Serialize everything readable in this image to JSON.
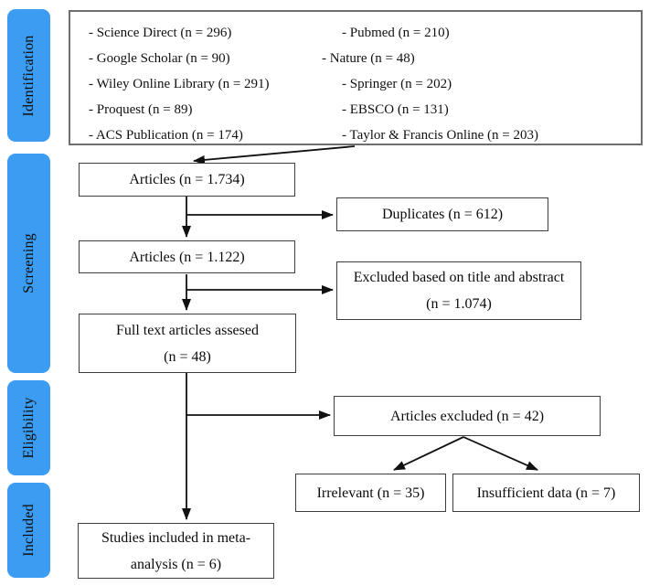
{
  "colors": {
    "stage_fill": "#3b9cf2",
    "box_border": "#3d3d3d",
    "arrow": "#111111"
  },
  "sidebar": {
    "stages": [
      {
        "label": "Identification"
      },
      {
        "label": "Screening"
      },
      {
        "label": "Eligibility"
      },
      {
        "label": "Included"
      }
    ]
  },
  "sources": {
    "left": [
      "- Science Direct (n = 296)",
      "- Google Scholar (n = 90)",
      "- Wiley Online Library (n = 291)",
      "- Proquest (n = 89)",
      "- ACS Publication (n = 174)"
    ],
    "right": [
      "- Pubmed (n = 210)",
      "- Nature (n = 48)",
      "- Springer (n = 202)",
      "- EBSCO (n = 131)",
      "- Taylor & Francis Online (n = 203)"
    ]
  },
  "flow": {
    "articles_initial": "Articles (n = 1.734)",
    "duplicates": "Duplicates (n = 612)",
    "articles_screened": "Articles (n = 1.122)",
    "excluded_title_abstract": {
      "line1": "Excluded based on title and abstract",
      "line2": "(n = 1.074)"
    },
    "fulltext_assessed": {
      "line1": "Full text articles assesed",
      "line2": "(n = 48)"
    },
    "articles_excluded": "Articles excluded (n = 42)",
    "irrelevant": "Irrelevant (n = 35)",
    "insufficient_data": "Insufficient data (n = 7)",
    "included_meta": {
      "line1": "Studies included in meta-",
      "line2": "analysis (n = 6)"
    }
  }
}
